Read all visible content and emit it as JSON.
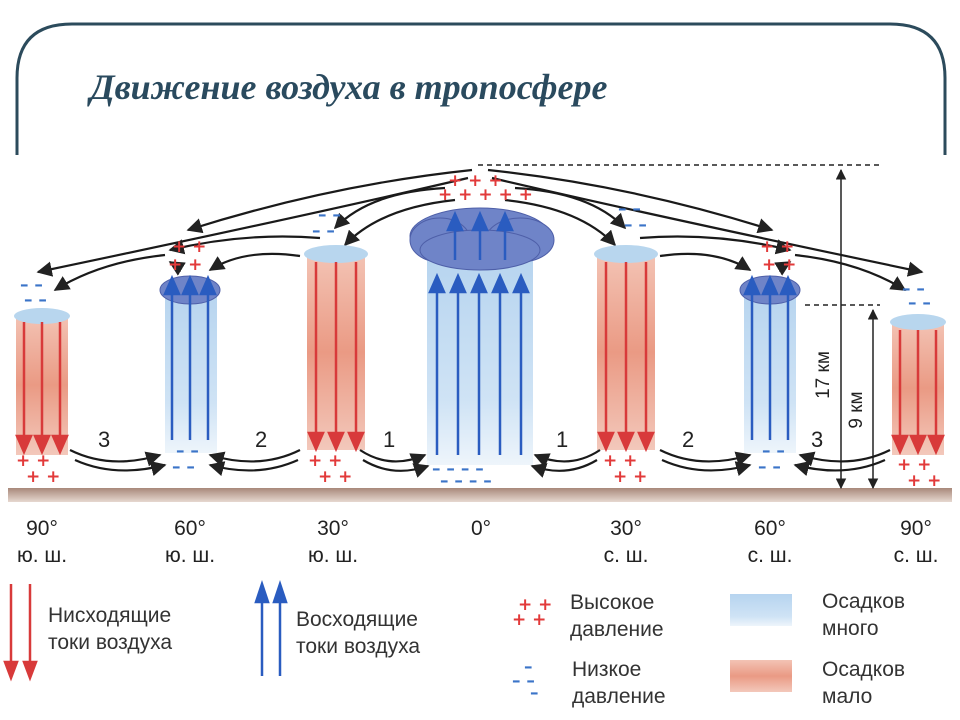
{
  "title": "Движение воздуха в тропосфере",
  "latitudes": [
    {
      "deg": "90°",
      "hemi": "ю. ш."
    },
    {
      "deg": "60°",
      "hemi": "ю. ш."
    },
    {
      "deg": "30°",
      "hemi": "ю. ш."
    },
    {
      "deg": "0°",
      "hemi": ""
    },
    {
      "deg": "30°",
      "hemi": "с. ш."
    },
    {
      "deg": "60°",
      "hemi": "с. ш."
    },
    {
      "deg": "90°",
      "hemi": "с. ш."
    }
  ],
  "cell_numbers": [
    "3",
    "2",
    "1",
    "1",
    "2",
    "3"
  ],
  "heights": {
    "tropical": "17 км",
    "polar": "9 км"
  },
  "legend": {
    "descending": {
      "line1": "Нисходящие",
      "line2": "токи воздуха"
    },
    "ascending": {
      "line1": "Восходящие",
      "line2": "токи воздуха"
    },
    "high_pressure": {
      "line1": "Высокое",
      "line2": "давление"
    },
    "low_pressure": {
      "line1": "Низкое",
      "line2": "давление"
    },
    "much_precip": {
      "line1": "Осадков",
      "line2": "много"
    },
    "little_precip": {
      "line1": "Осадков",
      "line2": "мало"
    }
  },
  "colors": {
    "descending": "#d83a3a",
    "ascending": "#2a5cc0",
    "red_column": "#e8a08c",
    "blue_column": "#a6c8ea",
    "cloud": "#6a7fc2",
    "ground": "#b89a88",
    "title": "#2a4a5e"
  },
  "icons": [
    "arrow-down-icon",
    "arrow-up-icon",
    "plus-icon",
    "minus-icon",
    "cloud-icon"
  ]
}
